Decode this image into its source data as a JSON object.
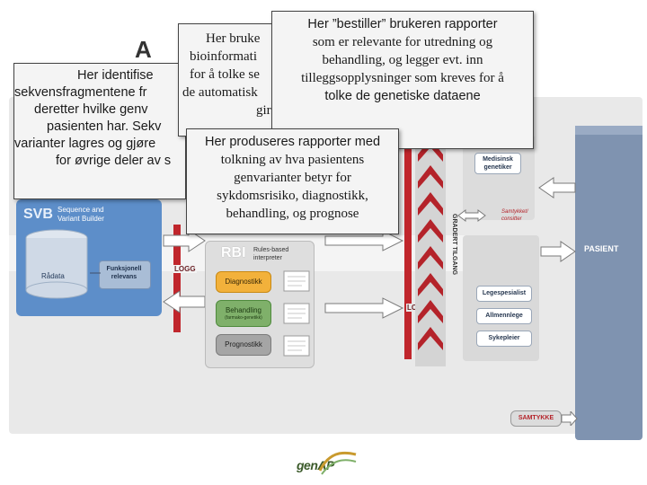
{
  "svb": {
    "abbr": "SVB",
    "name": "Sequence and Variant Builder",
    "db_label": "Rådata",
    "relevance_label": "Funksjonell relevans",
    "log_label": "LOGG"
  },
  "rbi": {
    "abbr": "RBI",
    "name": "Rules-based interpreter",
    "items": [
      {
        "label": "Diagnostikk",
        "sub": ""
      },
      {
        "label": "Behandling",
        "sub": "(farmako-genetikk)"
      },
      {
        "label": "Prognostikk",
        "sub": ""
      }
    ],
    "log_label": "LOGG"
  },
  "graded_access_label": "GRADERT TILGANG",
  "consent_arrow_label": "Samtykket/ consitter",
  "right_top_box": "Medisinsk genetiker",
  "right_boxes": [
    "Legespesialist",
    "Allmennlege",
    "Sykepleier"
  ],
  "patient_label": "PASIENT",
  "consent_label": "SAMTYKKE",
  "logo_text": "genAP",
  "callouts": {
    "top_right": [
      "Her ”bestiller” brukeren rapporter",
      "som er relevante for utredning og",
      "behandling, og legger evt. inn",
      "tilleggsopplysninger som kreves for å",
      "tolke de genetiske dataene"
    ],
    "middle": [
      "Her bruke",
      "bioinformati",
      "for å tolke se",
      "de automatisk",
      "gir"
    ],
    "left": [
      "Her identifise",
      "sekvensfragmentene  fr",
      "deretter hvilke genv",
      "pasienten har. Sekv",
      "varianter lagres og gjøre",
      "for øvrige deler av s"
    ],
    "report": [
      "Her produseres rapporter med",
      "tolkning av hva pasientens",
      "genvarianter betyr for",
      "sykdomsrisiko, diagnostikk,",
      "behandling, og prognose"
    ]
  },
  "colors": {
    "panel": "#5d8ec9",
    "log_red": "#c0262c",
    "arrow_red": "#b4232a",
    "gold": "#f2b13b",
    "green": "#7fb06a",
    "gray": "#a5a5a5",
    "steel": "#7f93b0"
  }
}
